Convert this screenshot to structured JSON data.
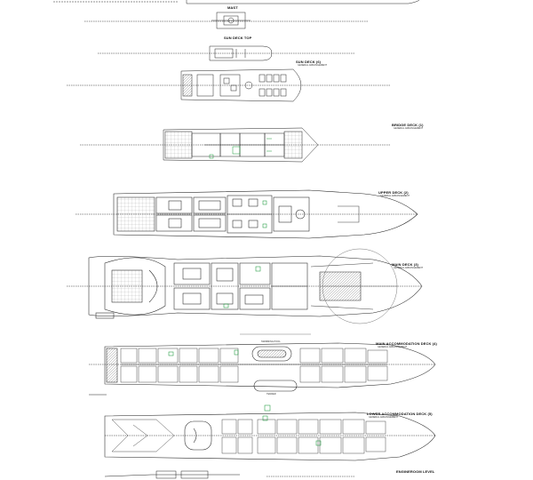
{
  "drawing": {
    "decks": [
      {
        "id": "mast",
        "label": "MAST",
        "sublabel": ""
      },
      {
        "id": "sun-deck-top",
        "label": "SUN DECK TOP",
        "sublabel": ""
      },
      {
        "id": "sun-deck",
        "label": "SUN DECK (6)",
        "sublabel": "GENERAL ARRANGEMENT"
      },
      {
        "id": "bridge-deck",
        "label": "BRIDGE DECK (1)",
        "sublabel": "GENERAL ARRANGEMENT"
      },
      {
        "id": "upper-deck",
        "label": "UPPER DECK (2)",
        "sublabel": "GENERAL ARRANGEMENT"
      },
      {
        "id": "main-deck",
        "label": "MAIN DECK (3)",
        "sublabel": "GENERAL ARRANGEMENT"
      },
      {
        "id": "main-accommodation-deck",
        "label": "MAIN ACCOMMODATION DECK (4)",
        "sublabel": "GENERAL ARRANGEMENT"
      },
      {
        "id": "lower-accommodation-deck",
        "label": "LOWER ACCOMMODATION DECK (5)",
        "sublabel": "GENERAL ARRANGEMENT"
      },
      {
        "id": "engine-room",
        "label": "ENGINEROOM LEVEL",
        "sublabel": ""
      }
    ],
    "callouts": {
      "tank_label": "SWIMMING POOL",
      "tank_label_2": "TENDER"
    },
    "colors": {
      "line": "#1a1a1a",
      "accent_green": "#1e9a3c",
      "background": "#ffffff"
    }
  }
}
